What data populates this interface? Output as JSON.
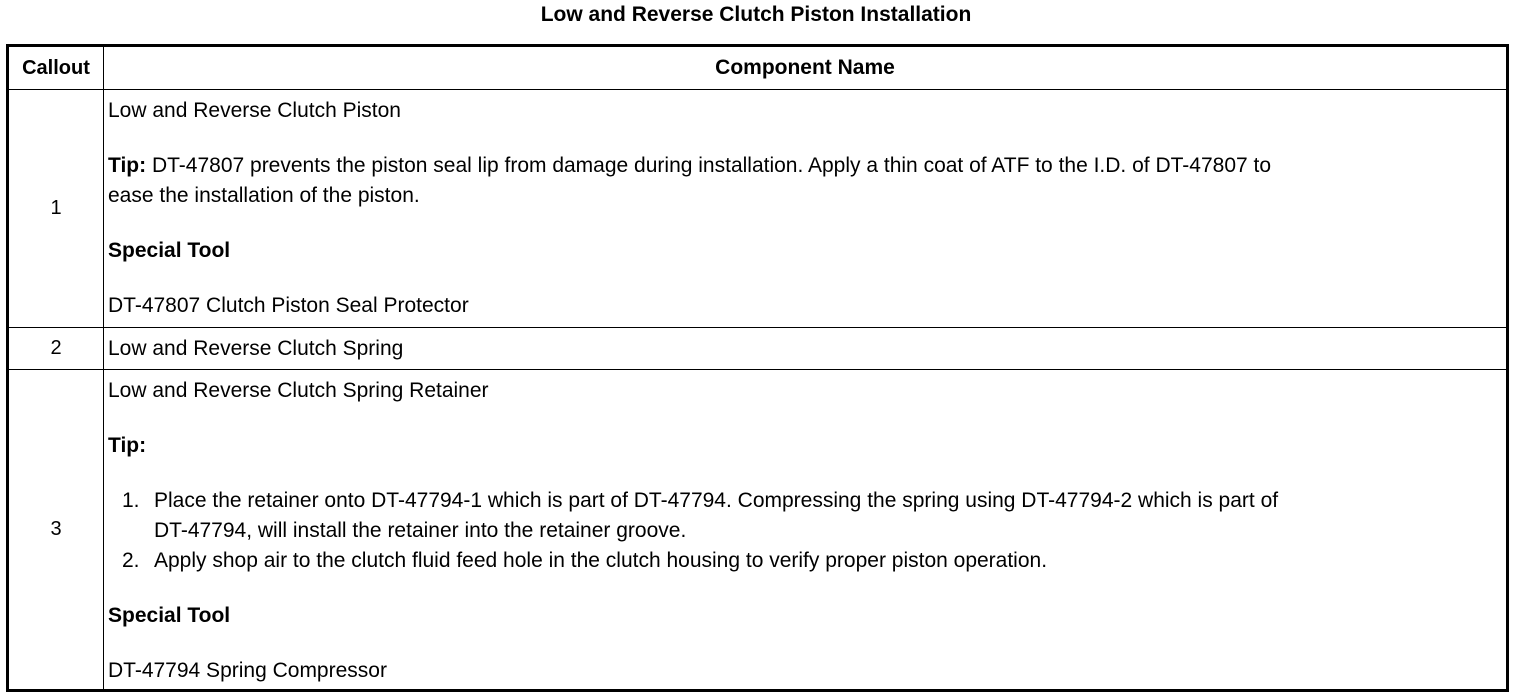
{
  "title": "Low and Reverse Clutch Piston Installation",
  "table": {
    "headers": {
      "callout": "Callout",
      "component": "Component Name"
    },
    "rows": [
      {
        "callout": "1",
        "name": "Low and Reverse Clutch Piston",
        "tip_label": "Tip:",
        "tip_line1": "DT-47807 prevents the piston seal lip from damage during installation. Apply a thin coat of ATF to the I.D. of DT-47807 to",
        "tip_line2": "ease the installation of the piston.",
        "special_tool_label": "Special Tool",
        "special_tool": "DT-47807 Clutch Piston Seal Protector"
      },
      {
        "callout": "2",
        "name": "Low and Reverse Clutch Spring"
      },
      {
        "callout": "3",
        "name": "Low and Reverse Clutch Spring Retainer",
        "tip_label": "Tip:",
        "steps": [
          {
            "num": "1.",
            "line1": "Place the retainer onto DT-47794-1 which is part of DT-47794. Compressing the spring using DT-47794-2 which is part of",
            "line2": "DT-47794, will install the retainer into the retainer groove."
          },
          {
            "num": "2.",
            "line1": "Apply shop air to the clutch fluid feed hole in the clutch housing to verify proper piston operation."
          }
        ],
        "special_tool_label": "Special Tool",
        "special_tool": "DT-47794 Spring Compressor"
      }
    ]
  }
}
